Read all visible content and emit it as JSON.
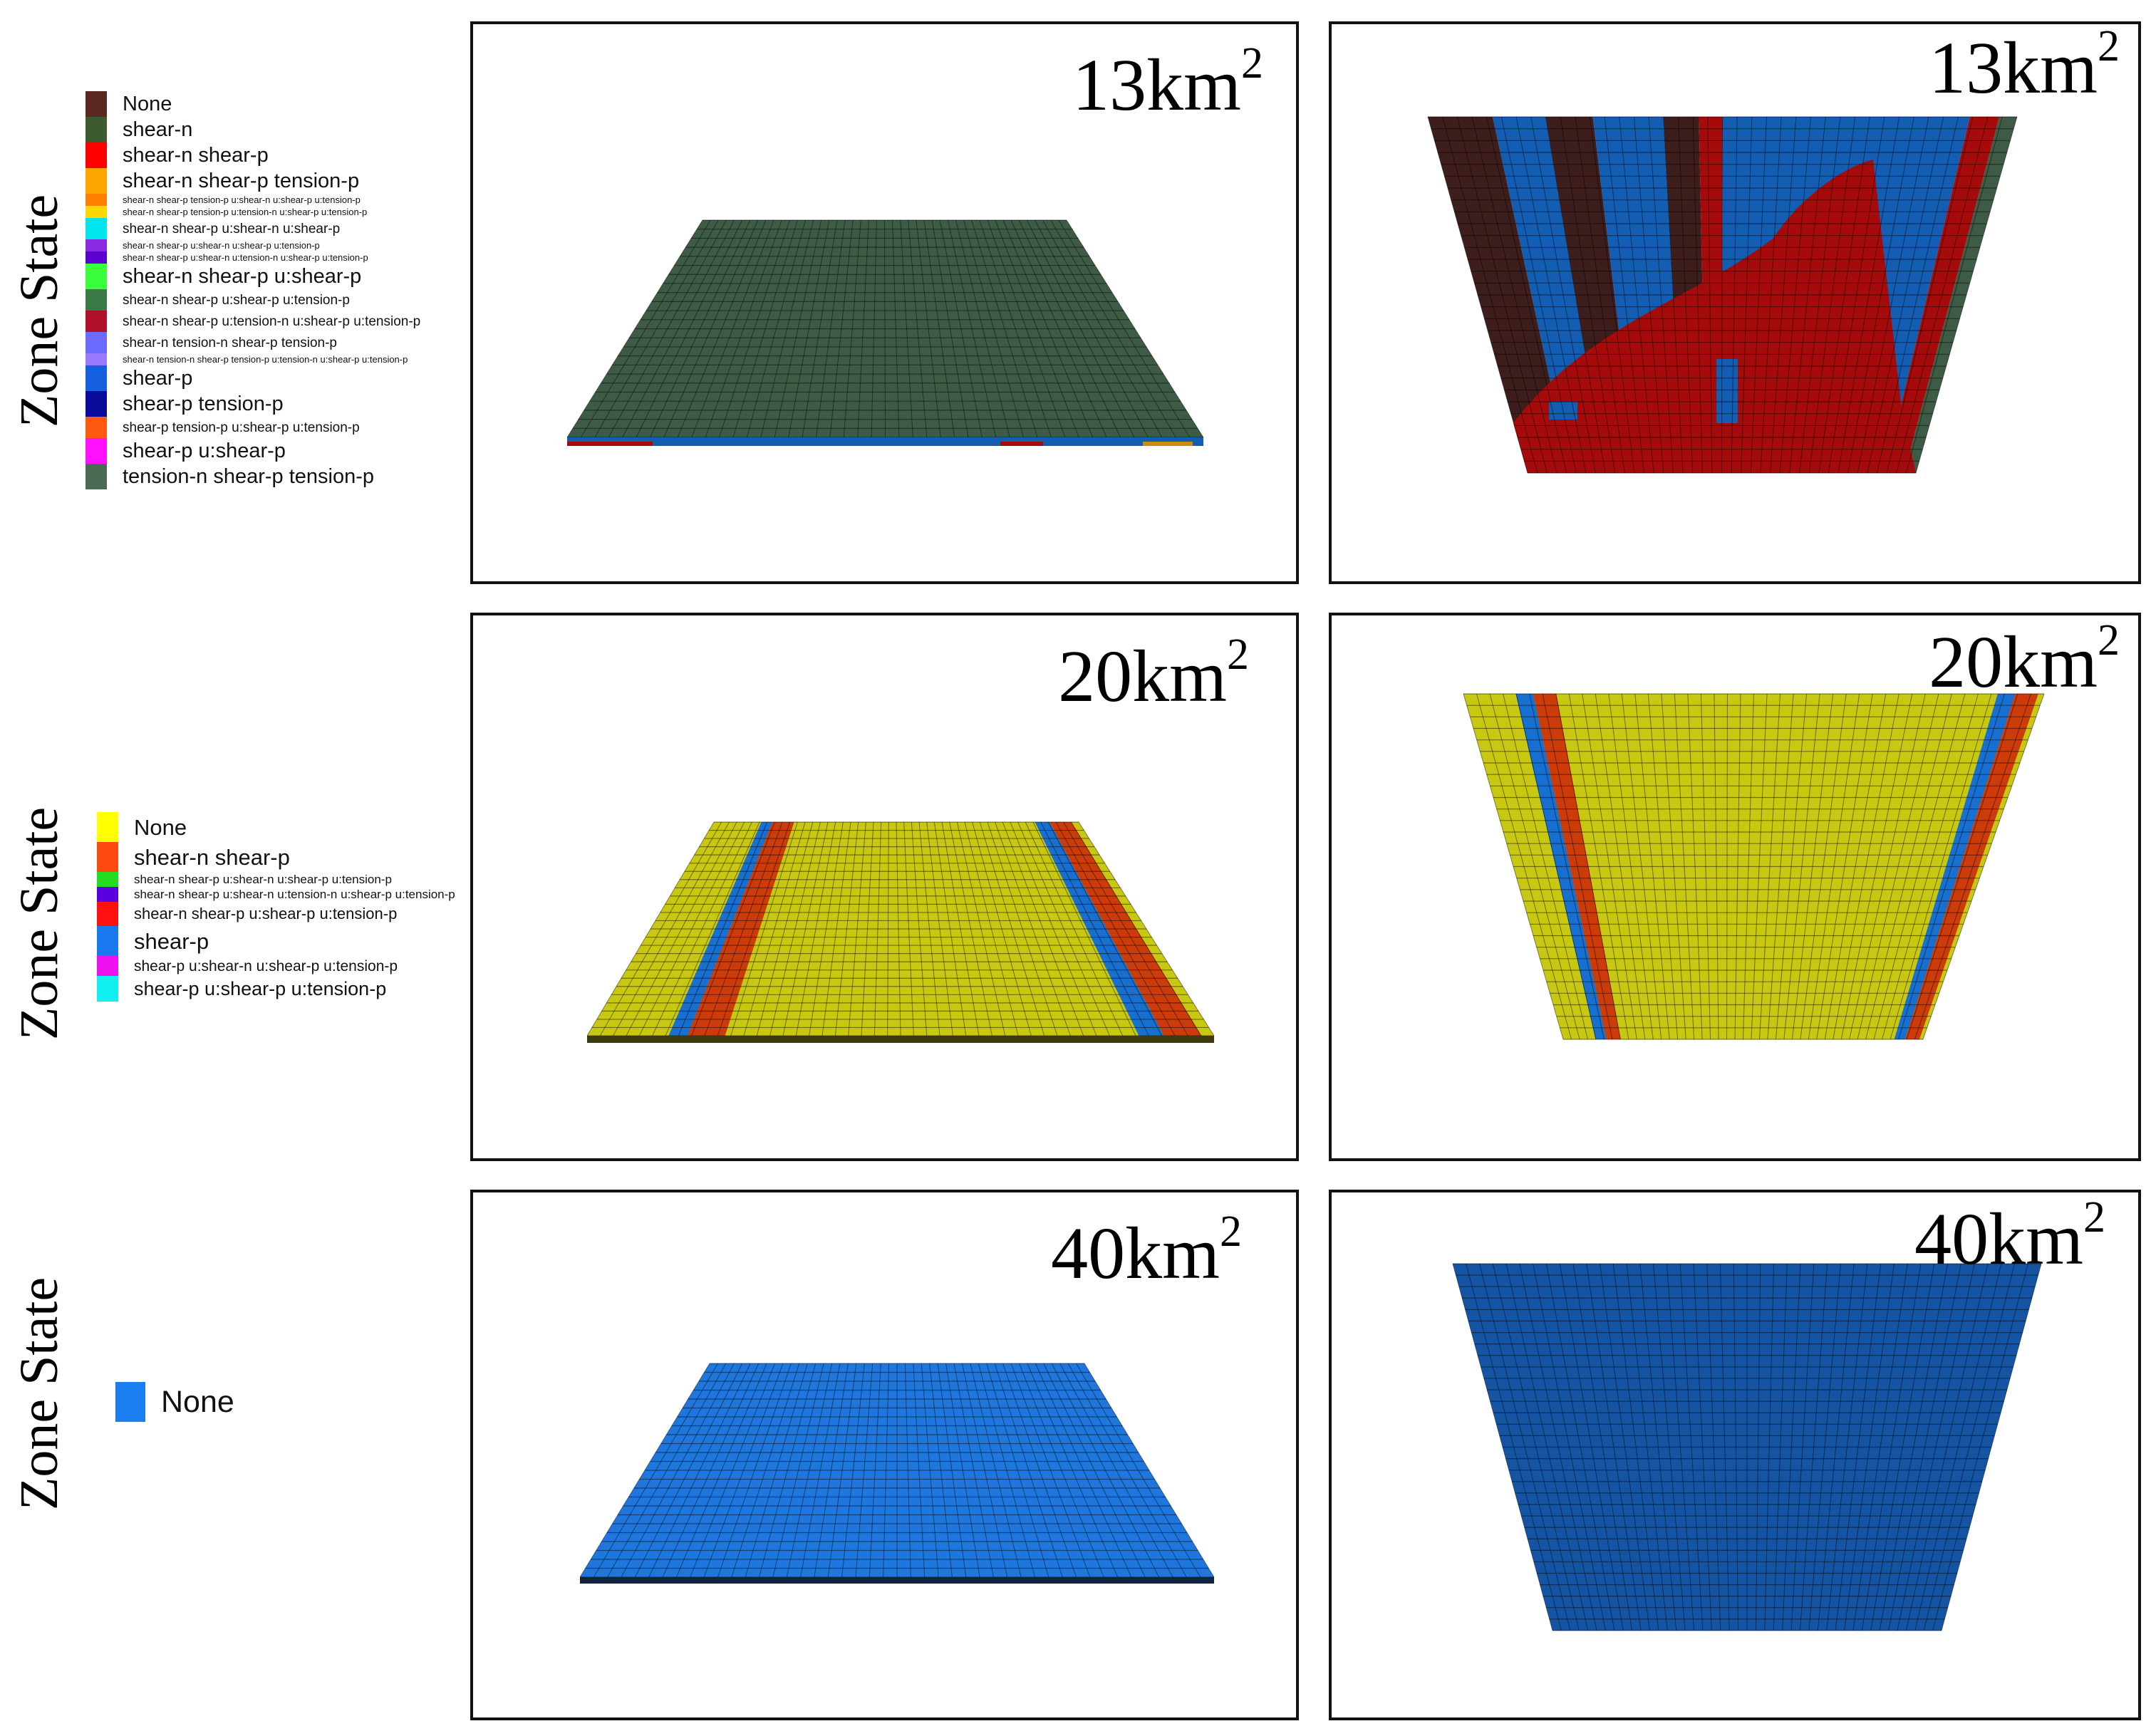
{
  "rows": [
    {
      "row_label": "Zone State",
      "legend": [
        {
          "label": "None",
          "color": "#5a2a22"
        },
        {
          "label": "shear-n",
          "color": "#3e5a2f"
        },
        {
          "label": "shear-n shear-p",
          "color": "#ff0000"
        },
        {
          "label": "shear-n shear-p tension-p",
          "color": "#ffa500"
        },
        {
          "label": "shear-n shear-p tension-p u:shear-n u:shear-p u:tension-p",
          "color": "#ff7f00"
        },
        {
          "label": "shear-n shear-p tension-p u:tension-n u:shear-p u:tension-p",
          "color": "#ffd700"
        },
        {
          "label": "shear-n shear-p u:shear-n u:shear-p",
          "color": "#00e5ee"
        },
        {
          "label": "shear-n shear-p u:shear-n u:shear-p u:tension-p",
          "color": "#8a2be2"
        },
        {
          "label": "shear-n shear-p u:shear-n u:tension-n u:shear-p u:tension-p",
          "color": "#5a00d0"
        },
        {
          "label": "shear-n shear-p u:shear-p",
          "color": "#3cff3c"
        },
        {
          "label": "shear-n shear-p u:shear-p u:tension-p",
          "color": "#3a7a46"
        },
        {
          "label": "shear-n shear-p u:tension-n u:shear-p u:tension-p",
          "color": "#b0102a"
        },
        {
          "label": "shear-n tension-n shear-p tension-p",
          "color": "#6a6aff"
        },
        {
          "label": "shear-n tension-n shear-p tension-p u:tension-n u:shear-p u:tension-p",
          "color": "#9a7aff"
        },
        {
          "label": "shear-p",
          "color": "#1560e0"
        },
        {
          "label": "shear-p tension-p",
          "color": "#0a0a9a"
        },
        {
          "label": "shear-p tension-p u:shear-p u:tension-p",
          "color": "#ff5a10"
        },
        {
          "label": "shear-p u:shear-p",
          "color": "#ff10ff"
        },
        {
          "label": "tension-n shear-p tension-p",
          "color": "#4a6a54"
        }
      ],
      "panels": [
        {
          "area_value": "13km",
          "area_exp": "2"
        },
        {
          "area_value": "13km",
          "area_exp": "2"
        }
      ]
    },
    {
      "row_label": "Zone State",
      "legend": [
        {
          "label": "None",
          "color": "#ffff00"
        },
        {
          "label": "shear-n shear-p",
          "color": "#ff4a12"
        },
        {
          "label": "shear-n shear-p u:shear-n u:shear-p u:tension-p",
          "color": "#22dd22"
        },
        {
          "label": "shear-n shear-p u:shear-n u:tension-n u:shear-p u:tension-p",
          "color": "#5a00e0"
        },
        {
          "label": "shear-n shear-p u:shear-p u:tension-p",
          "color": "#ff1010"
        },
        {
          "label": "shear-p",
          "color": "#1a78ee"
        },
        {
          "label": "shear-p u:shear-n u:shear-p u:tension-p",
          "color": "#ee10ee"
        },
        {
          "label": "shear-p u:shear-p u:tension-p",
          "color": "#10f0f0"
        }
      ],
      "panels": [
        {
          "area_value": "20km",
          "area_exp": "2"
        },
        {
          "area_value": "20km",
          "area_exp": "2"
        }
      ]
    },
    {
      "row_label": "Zone State",
      "legend": [
        {
          "label": "None",
          "color": "#1a7ef0"
        }
      ],
      "panels": [
        {
          "area_value": "40km",
          "area_exp": "2"
        },
        {
          "area_value": "40km",
          "area_exp": "2"
        }
      ]
    }
  ],
  "mesh_colors": {
    "r1_flat": "#3e5b46",
    "r1_brown": "#3d1e1c",
    "r1_blue": "#135db2",
    "r1_red": "#a50b0b",
    "r2_yellow": "#c8c812",
    "r2_orange": "#cc3b0a",
    "r2_blue": "#176fd0",
    "r3_flat": "#1f77dd",
    "r3_tilt": "#1454a3",
    "edge": "#10233a",
    "grid": "#000000"
  }
}
